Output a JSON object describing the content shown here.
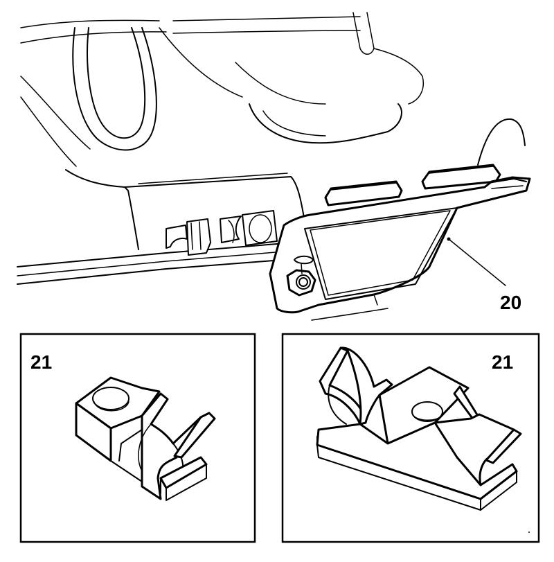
{
  "callouts": {
    "bracket": "20",
    "clip_left": "21",
    "clip_right": "21"
  },
  "colors": {
    "line": "#000000",
    "background": "#ffffff"
  }
}
